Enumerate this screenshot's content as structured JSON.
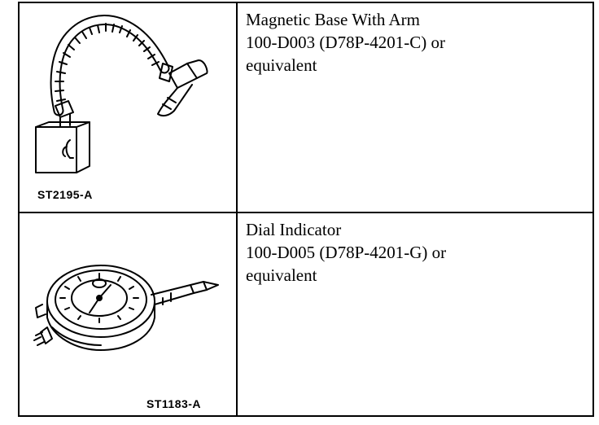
{
  "tools": [
    {
      "image_label": "ST2195-A",
      "icon": "magnetic-base-with-arm",
      "name": "Magnetic Base With Arm",
      "part_number": "100-D003 (D78P-4201-C) or",
      "note": "equivalent"
    },
    {
      "image_label": "ST1183-A",
      "icon": "dial-indicator",
      "name": "Dial Indicator",
      "part_number": "100-D005 (D78P-4201-G) or",
      "note": "equivalent"
    }
  ]
}
